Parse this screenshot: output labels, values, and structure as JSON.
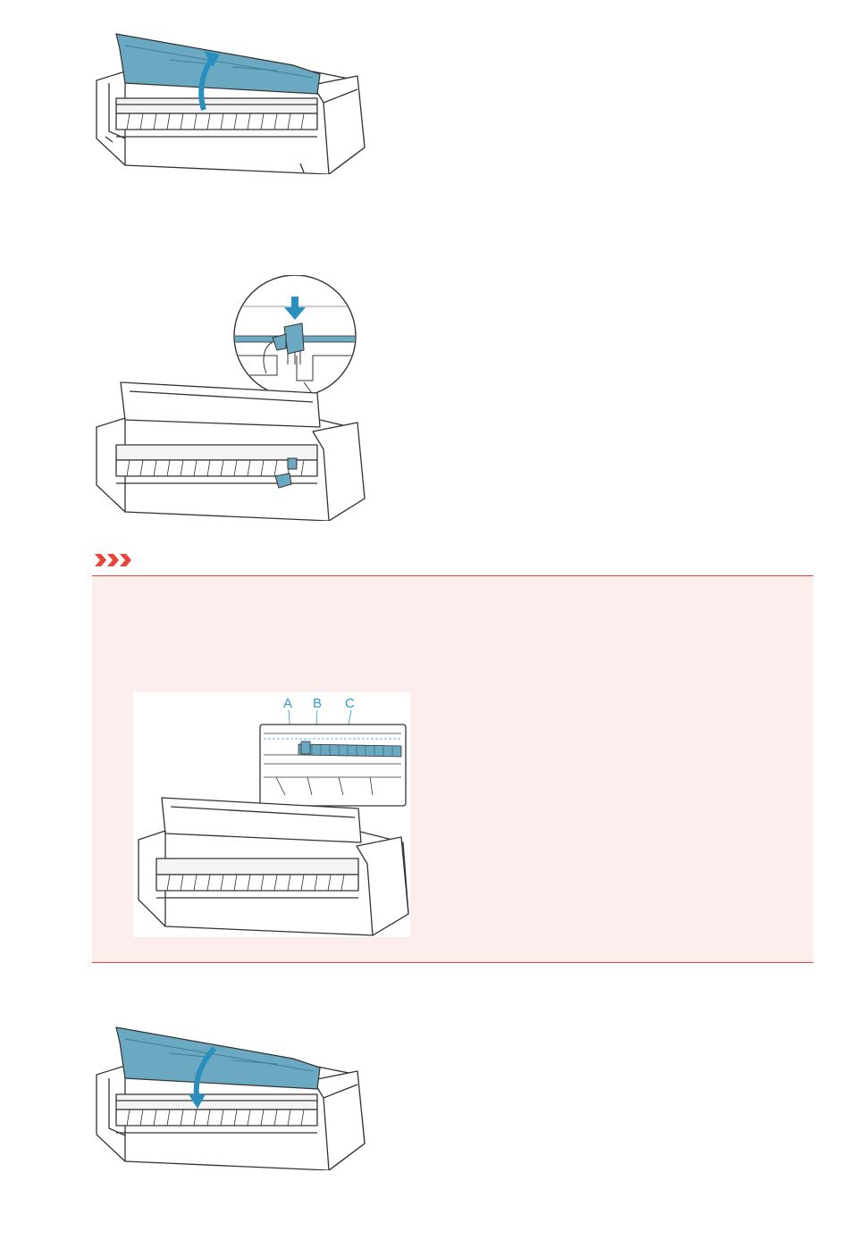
{
  "important": {
    "icon": "important-chevrons-icon",
    "callout_labels": [
      "A",
      "B",
      "C"
    ]
  },
  "colors": {
    "cover_blue": "#5ea6c0",
    "outline": "#333333",
    "alert_red": "#e8443a",
    "alert_bg": "#fdeeee",
    "label_blue": "#2d9ad0"
  }
}
